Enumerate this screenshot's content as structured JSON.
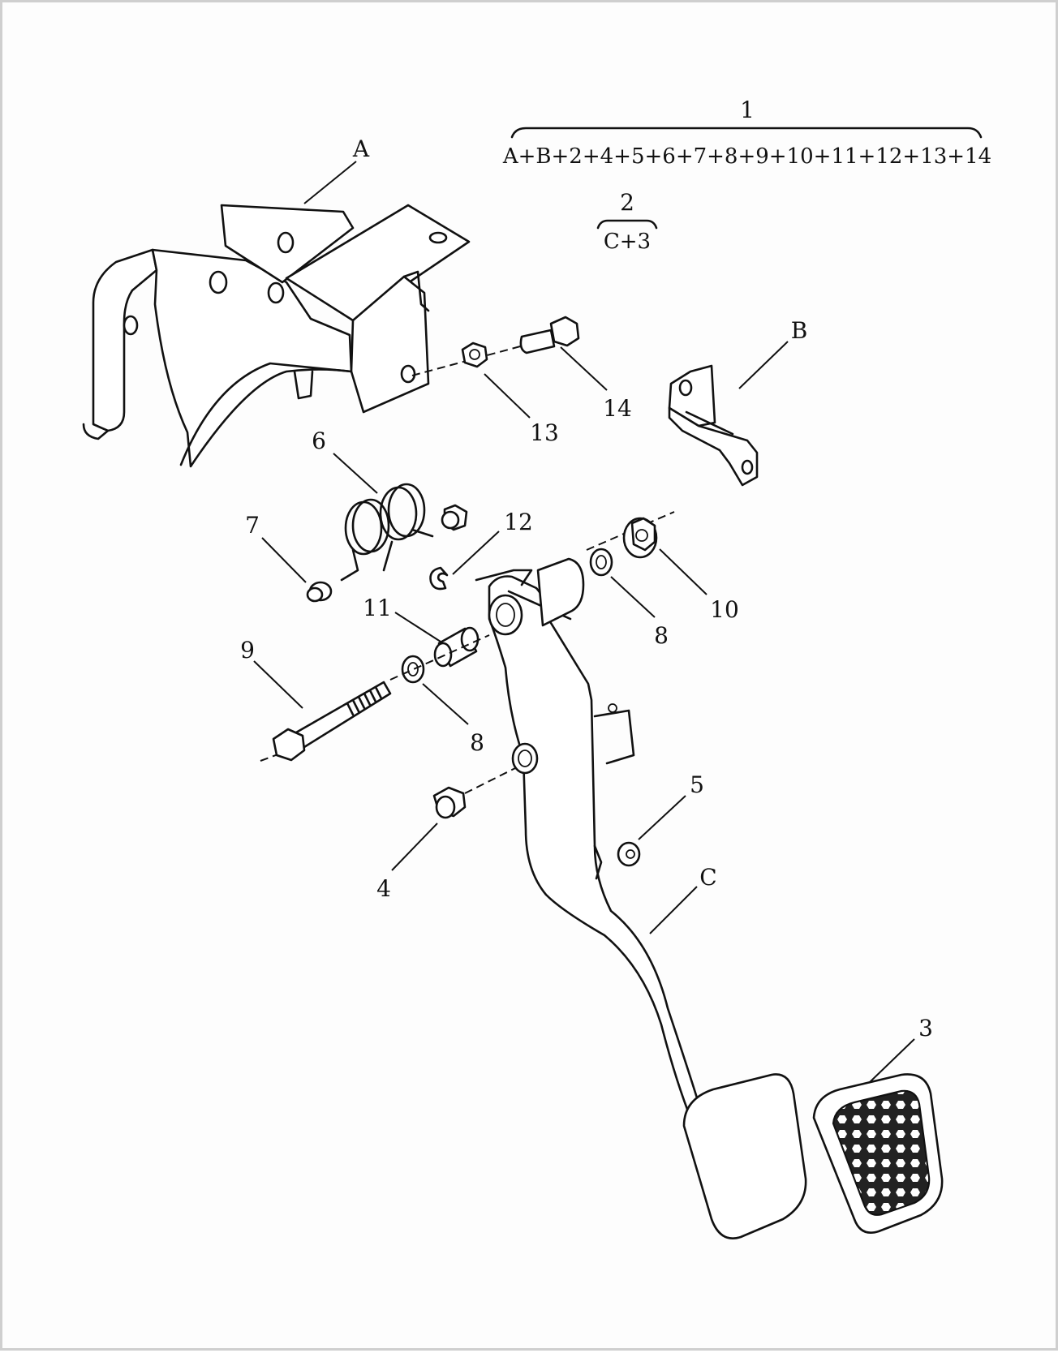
{
  "labels": {
    "A": "A",
    "B": "B",
    "C": "C",
    "n1": "1",
    "n2": "2",
    "n3": "3",
    "n4": "4",
    "n5": "5",
    "n6": "6",
    "n7": "7",
    "n8a": "8",
    "n8b": "8",
    "n9": "9",
    "n10": "10",
    "n11": "11",
    "n12": "12",
    "n13": "13",
    "n14": "14"
  },
  "assemblies": {
    "main_total": "1",
    "main_formula": "A+B+2+4+5+6+7+8+9+10+11+12+13+14",
    "sub_total": "2",
    "sub_formula": "C+3"
  }
}
